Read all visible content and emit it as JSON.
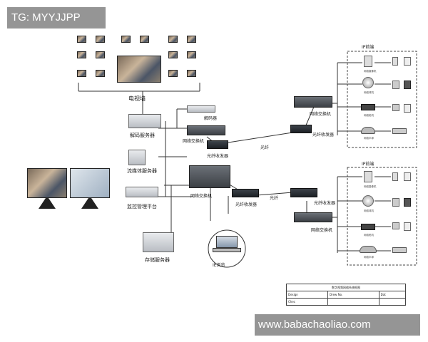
{
  "watermark_top": "TG: MYYJJPP",
  "watermark_bottom": "www.babachaoliao.com",
  "labels": {
    "tv_wall": "电视墙",
    "decoder": "解码器",
    "decode_server": "解码服务器",
    "stream_server": "流媒体服务器",
    "mgmt_platform": "监控管理平台",
    "storage_server": "存储服务器",
    "ie_browse": "IE浏览",
    "switch_top": "网络交换机",
    "fiber_top": "光纤收发器",
    "fiber_link_top": "光纤",
    "core_switch": "网络交换机",
    "fiber_mid": "光纤收发器",
    "fiber_link_mid": "光纤",
    "ip_front_1": "IP前端",
    "ip_front_2": "IP前端",
    "front_switch_1": "网络交换机",
    "front_fiber_1": "光纤收发器",
    "front_fiber_2": "光纤收发器",
    "front_switch_2": "网络交换机"
  },
  "cam_labels": [
    "网络摄像机",
    "网络球机",
    "网络枪机",
    "网络半球",
    "网络枪机"
  ],
  "title_block": {
    "title": "数字视频网络系统框图",
    "design": "Design",
    "drawn": "Drew No.",
    "date": "Dat",
    "check": "Chec"
  },
  "colors": {
    "line": "#333333",
    "watermark_bg": "#808080",
    "dashed_box": "#444444"
  }
}
